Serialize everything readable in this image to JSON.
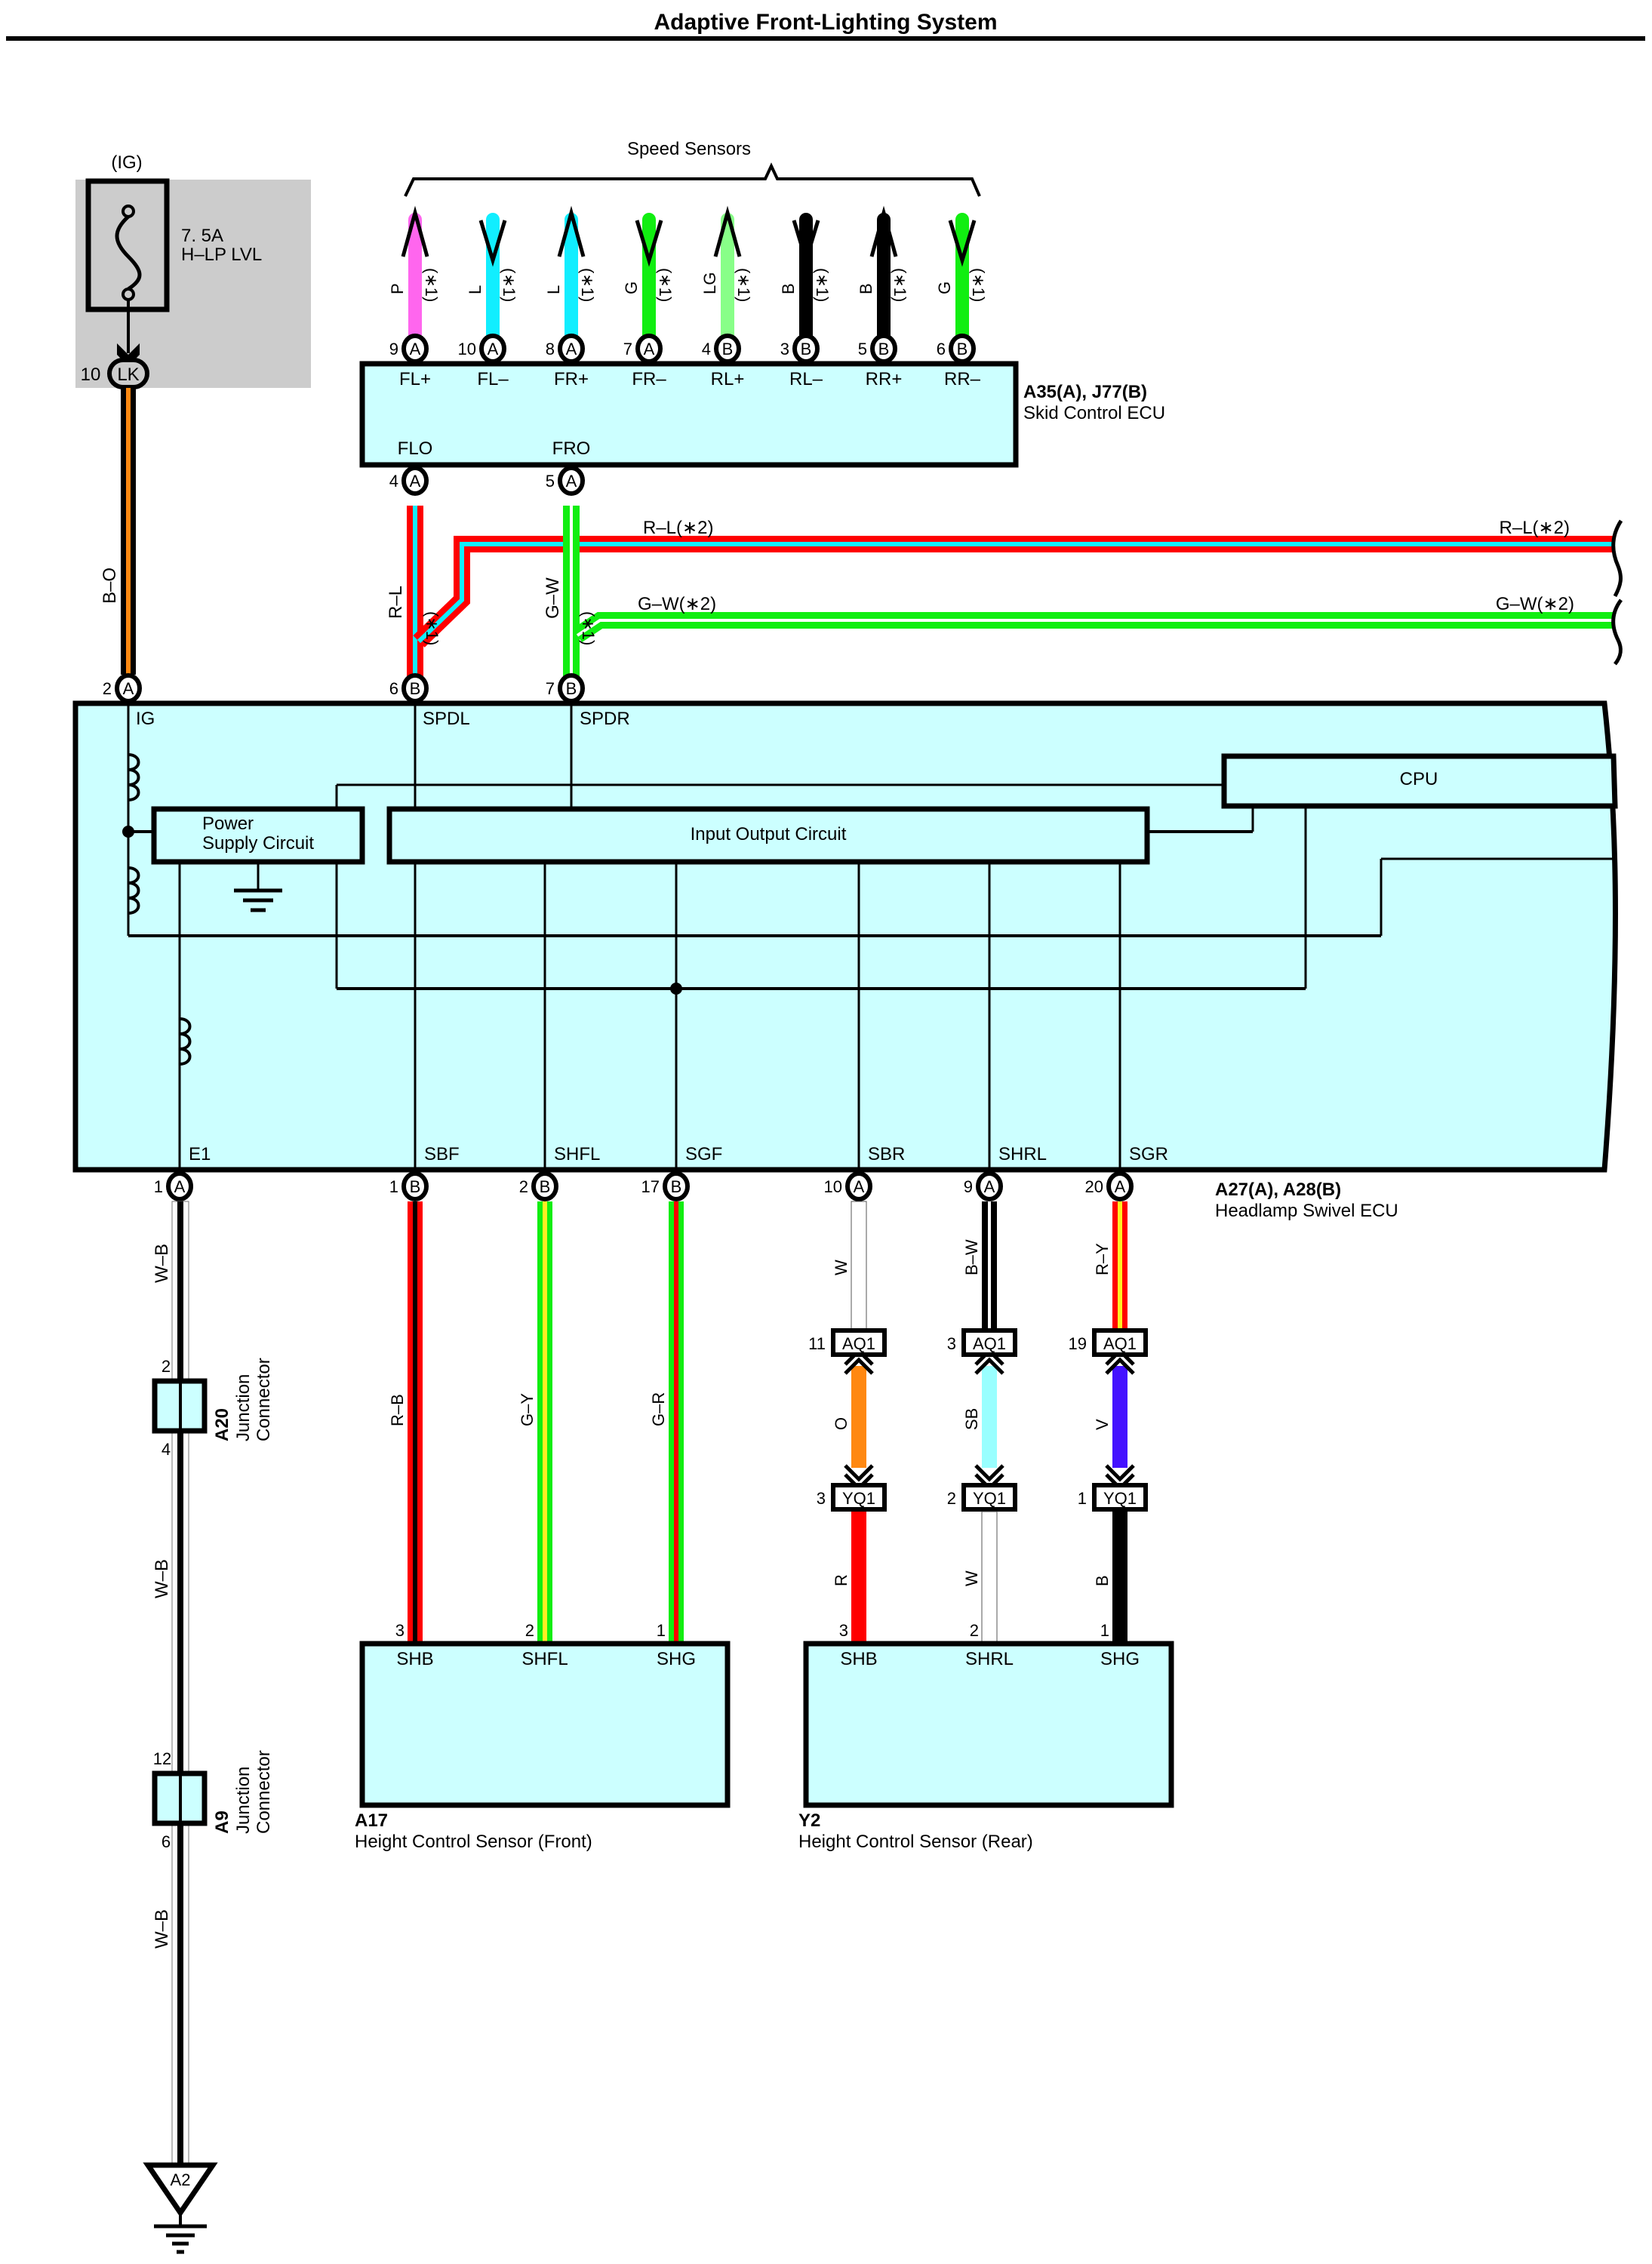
{
  "title": "Adaptive Front-Lighting System",
  "colors": {
    "component_fill": "#ccffff",
    "fuse_box_fill": "#cccccc",
    "P": "#ff66ee",
    "L": "#11eeff",
    "G": "#11ee11",
    "LG": "#88ff88",
    "B": "#000000",
    "R": "#ff0000",
    "W": "#ffffff",
    "O": "#ff8811",
    "Y": "#ffee22",
    "SB": "#99ffff",
    "V": "#4411ff"
  },
  "fuse": {
    "circuit": "(IG)",
    "rating": "7. 5A",
    "name": "H–LP LVL",
    "connector": {
      "pin": "10",
      "id": "LK"
    }
  },
  "ig_wire": {
    "color": "B–O"
  },
  "speed_sensors": {
    "label": "Speed Sensors",
    "note": "(∗1)",
    "wires": [
      {
        "color": "P",
        "pin": "9",
        "conn": "A",
        "terminal": "FL+",
        "dir": "up"
      },
      {
        "color": "L",
        "pin": "10",
        "conn": "A",
        "terminal": "FL–",
        "dir": "down"
      },
      {
        "color": "L",
        "pin": "8",
        "conn": "A",
        "terminal": "FR+",
        "dir": "up"
      },
      {
        "color": "G",
        "pin": "7",
        "conn": "A",
        "terminal": "FR–",
        "dir": "down"
      },
      {
        "color": "LG",
        "pin": "4",
        "conn": "B",
        "terminal": "RL+",
        "dir": "up"
      },
      {
        "color": "B",
        "pin": "3",
        "conn": "B",
        "terminal": "RL–",
        "dir": "down"
      },
      {
        "color": "B",
        "pin": "5",
        "conn": "B",
        "terminal": "RR+",
        "dir": "up"
      },
      {
        "color": "G",
        "pin": "6",
        "conn": "B",
        "terminal": "RR–",
        "dir": "down"
      }
    ]
  },
  "skid_ecu": {
    "code": "A35(A), J77(B)",
    "name": "Skid Control ECU",
    "outputs": [
      {
        "terminal": "FLO",
        "pin": "4",
        "conn": "A",
        "wire": "R–L",
        "note": "(∗1)"
      },
      {
        "terminal": "FRO",
        "pin": "5",
        "conn": "A",
        "wire": "G–W",
        "note": "(∗1)"
      }
    ],
    "branches": [
      {
        "label": "R–L(∗2)"
      },
      {
        "label": "G–W(∗2)"
      }
    ]
  },
  "swivel_ecu": {
    "code": "A27(A), A28(B)",
    "name": "Headlamp Swivel ECU",
    "top_pins": [
      {
        "pin": "2",
        "conn": "A",
        "terminal": "IG"
      },
      {
        "pin": "6",
        "conn": "B",
        "terminal": "SPDL"
      },
      {
        "pin": "7",
        "conn": "B",
        "terminal": "SPDR"
      }
    ],
    "blocks": {
      "power": [
        "Power",
        "Supply Circuit"
      ],
      "io": "Input Output Circuit",
      "cpu": "CPU"
    },
    "bottom_pins": [
      {
        "pin": "1",
        "conn": "A",
        "terminal": "E1",
        "wire": "W–B"
      },
      {
        "pin": "1",
        "conn": "B",
        "terminal": "SBF",
        "wire": "R–B"
      },
      {
        "pin": "2",
        "conn": "B",
        "terminal": "SHFL",
        "wire": "G–Y"
      },
      {
        "pin": "17",
        "conn": "B",
        "terminal": "SGF",
        "wire": "G–R"
      },
      {
        "pin": "10",
        "conn": "A",
        "terminal": "SBR",
        "wire": "W"
      },
      {
        "pin": "9",
        "conn": "A",
        "terminal": "SHRL",
        "wire": "B–W"
      },
      {
        "pin": "20",
        "conn": "A",
        "terminal": "SGR",
        "wire": "R–Y"
      }
    ]
  },
  "inline": [
    {
      "aq_pin": "11",
      "aq": "AQ1",
      "mid_wire": "O",
      "yq_pin": "3",
      "yq": "YQ1",
      "low_wire": "R"
    },
    {
      "aq_pin": "3",
      "aq": "AQ1",
      "mid_wire": "SB",
      "yq_pin": "2",
      "yq": "YQ1",
      "low_wire": "W"
    },
    {
      "aq_pin": "19",
      "aq": "AQ1",
      "mid_wire": "V",
      "yq_pin": "1",
      "yq": "YQ1",
      "low_wire": "B"
    }
  ],
  "front_sensor": {
    "code": "A17",
    "name": "Height Control Sensor (Front)",
    "pins": [
      {
        "pin": "3",
        "terminal": "SHB"
      },
      {
        "pin": "2",
        "terminal": "SHFL"
      },
      {
        "pin": "1",
        "terminal": "SHG"
      }
    ]
  },
  "rear_sensor": {
    "code": "Y2",
    "name": "Height Control Sensor (Rear)",
    "pins": [
      {
        "pin": "3",
        "terminal": "SHB"
      },
      {
        "pin": "2",
        "terminal": "SHRL"
      },
      {
        "pin": "1",
        "terminal": "SHG"
      }
    ]
  },
  "ground_path": {
    "wire_segments": [
      "W–B",
      "W–B",
      "W–B"
    ],
    "junctions": [
      {
        "code": "A20",
        "name": [
          "Junction",
          "Connector"
        ],
        "pin_in": "2",
        "pin_out": "4"
      },
      {
        "code": "A9",
        "name": [
          "Junction",
          "Connector"
        ],
        "pin_in": "12",
        "pin_out": "6"
      }
    ],
    "ground_point": "A2"
  }
}
